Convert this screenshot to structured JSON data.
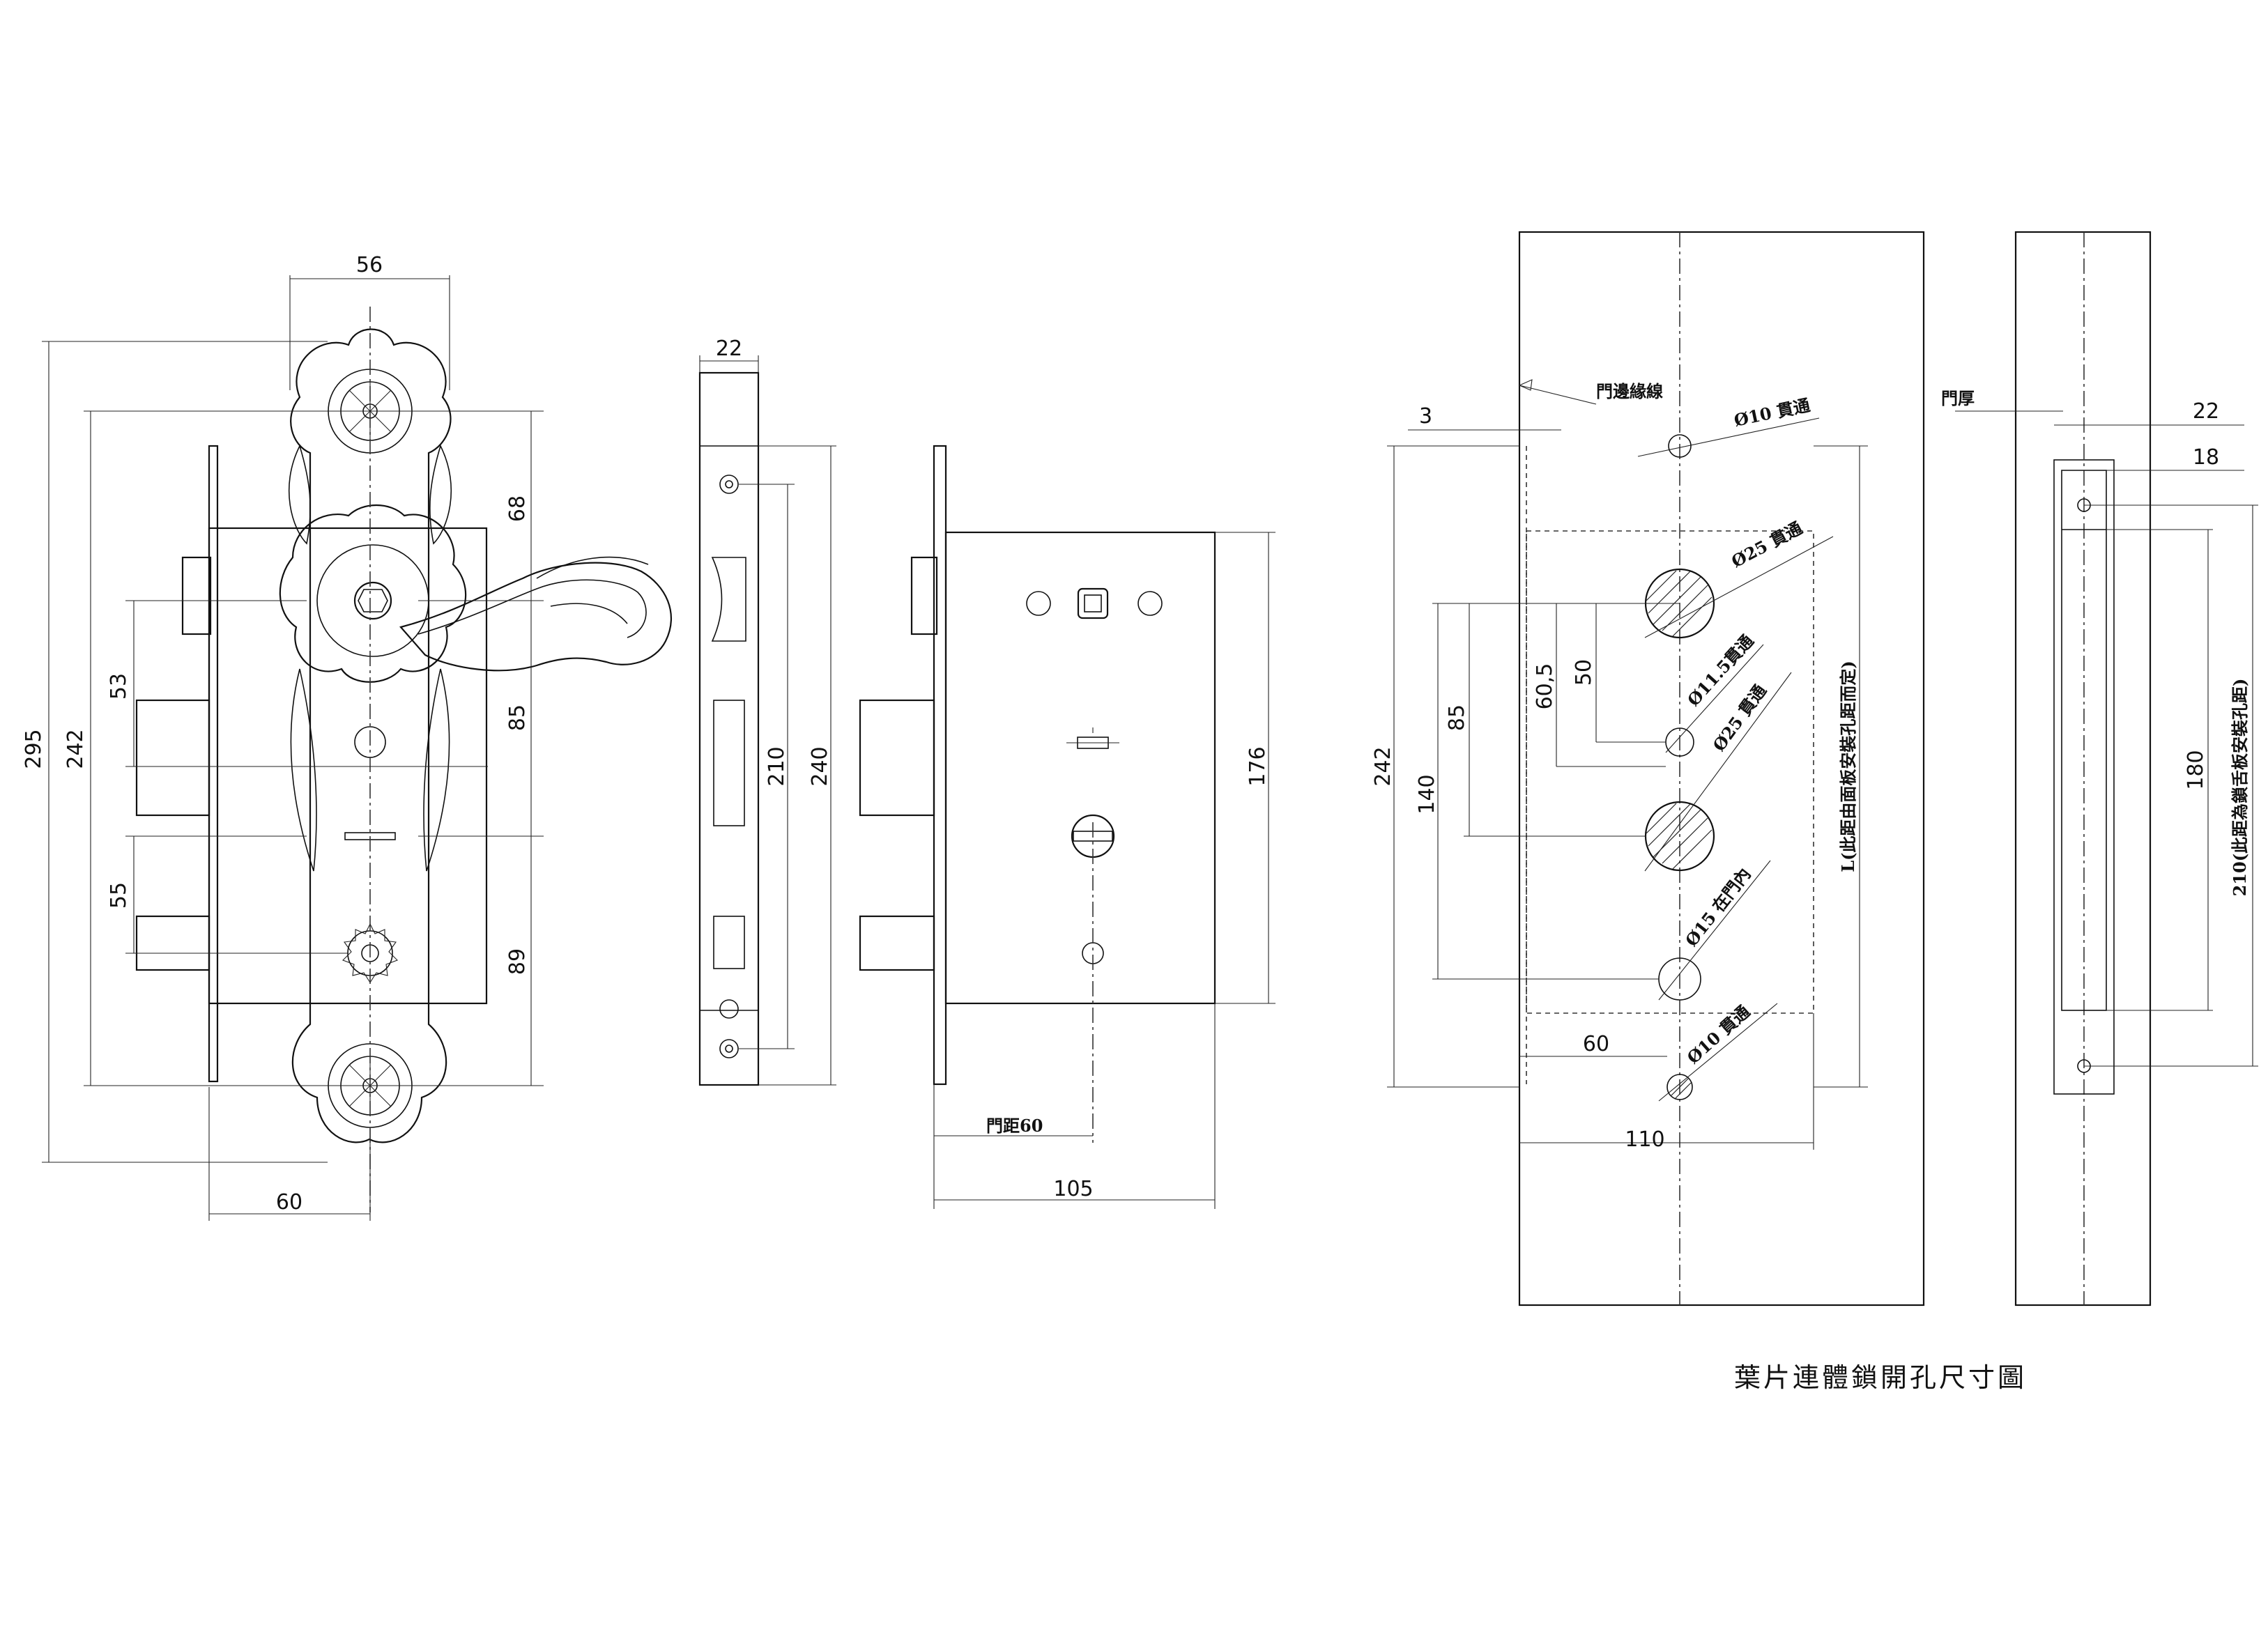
{
  "title": "葉片連體鎖開孔尺寸圖",
  "front_view": {
    "dims": {
      "w56": "56",
      "h295": "295",
      "h242": "242",
      "h68": "68",
      "h85": "85",
      "h89": "89",
      "h53": "53",
      "h55": "55",
      "w60": "60"
    }
  },
  "side_view": {
    "dims": {
      "w22": "22",
      "h210": "210",
      "h240": "240"
    }
  },
  "body_view": {
    "dims": {
      "h176": "176",
      "w105": "105"
    },
    "backset_label": "門距60"
  },
  "door_prep": {
    "edge_label": "門邊緣線",
    "dims": {
      "d3": "3",
      "h242": "242",
      "h140": "140",
      "h85": "85",
      "h60_5": "60,5",
      "h50": "50",
      "w60": "60",
      "w110": "110"
    },
    "holes": [
      {
        "label": "Ø10 貫通"
      },
      {
        "label": "Ø25 貫通"
      },
      {
        "label": "Ø11.5貫通"
      },
      {
        "label": "Ø25 貫通"
      },
      {
        "label": "Ø15 在門內"
      },
      {
        "label": "Ø10 貫通"
      }
    ],
    "l_note": "L(此距由面板安裝孔距而定)"
  },
  "door_edge": {
    "thickness_label": "門厚",
    "dims": {
      "w22": "22",
      "w18": "18",
      "h180": "180"
    },
    "note_210": "210(此距為鎖舌板安裝孔距)"
  }
}
